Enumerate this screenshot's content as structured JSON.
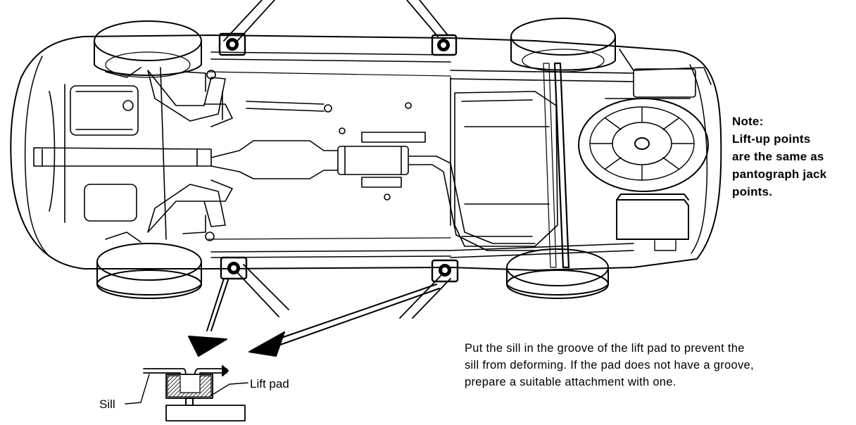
{
  "note": {
    "lines": [
      "Note:",
      "Lift-up points",
      "are the same as",
      "pantograph jack",
      "points."
    ]
  },
  "instruction": {
    "lines": [
      "Put the sill in the groove of the lift pad to prevent the",
      "sill from deforming. If the pad does not have a groove,",
      "prepare a suitable attachment with one."
    ]
  },
  "detail": {
    "sill_label": "Sill",
    "lift_pad_label": "Lift pad"
  }
}
